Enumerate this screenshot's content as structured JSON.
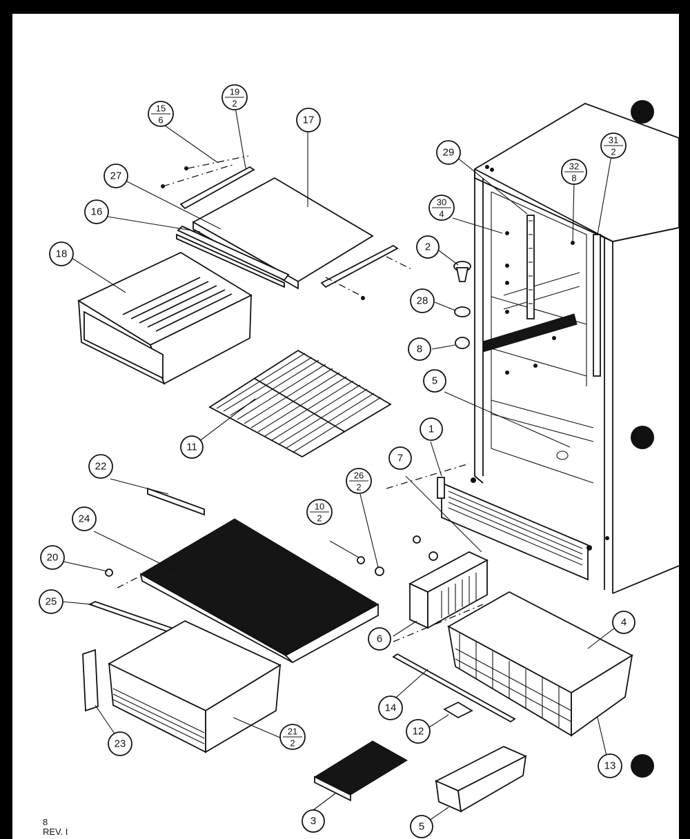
{
  "callouts": [
    {
      "id": "c1",
      "label": "15",
      "sub": "6"
    },
    {
      "id": "c2",
      "label": "19",
      "sub": "2"
    },
    {
      "id": "c3",
      "label": "17"
    },
    {
      "id": "c4",
      "label": "27"
    },
    {
      "id": "c5",
      "label": "16"
    },
    {
      "id": "c6",
      "label": "18"
    },
    {
      "id": "c7",
      "label": "29"
    },
    {
      "id": "c8",
      "label": "30",
      "sub": "4"
    },
    {
      "id": "c9",
      "label": "32",
      "sub": "8"
    },
    {
      "id": "c10",
      "label": "31",
      "sub": "2"
    },
    {
      "id": "c11",
      "label": "2"
    },
    {
      "id": "c12",
      "label": "28"
    },
    {
      "id": "c13",
      "label": "8"
    },
    {
      "id": "c14",
      "label": "5"
    },
    {
      "id": "c15",
      "label": "11"
    },
    {
      "id": "c16",
      "label": "1"
    },
    {
      "id": "c17",
      "label": "7"
    },
    {
      "id": "c18",
      "label": "22"
    },
    {
      "id": "c19",
      "label": "26",
      "sub": "2"
    },
    {
      "id": "c20",
      "label": "10",
      "sub": "2"
    },
    {
      "id": "c21",
      "label": "24"
    },
    {
      "id": "c22",
      "label": "20"
    },
    {
      "id": "c23",
      "label": "25"
    },
    {
      "id": "c24",
      "label": "6"
    },
    {
      "id": "c25",
      "label": "4"
    },
    {
      "id": "c26",
      "label": "14"
    },
    {
      "id": "c27",
      "label": "12"
    },
    {
      "id": "c28",
      "label": "13"
    },
    {
      "id": "c29",
      "label": "21",
      "sub": "2"
    },
    {
      "id": "c30",
      "label": "23"
    },
    {
      "id": "c31",
      "label": "3"
    },
    {
      "id": "c32",
      "label": "5"
    }
  ],
  "page_ref": {
    "line1": "8",
    "line2": "REV. I"
  }
}
